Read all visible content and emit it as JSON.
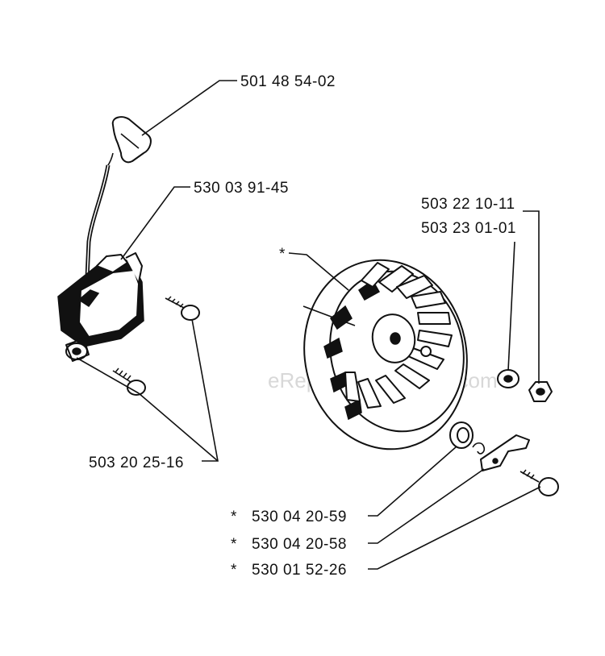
{
  "labels": {
    "spark_plug_cap": "501 48 54-02",
    "ignition_module": "530 03 91-45",
    "washer": "503 22 10-11",
    "nut": "503 23 01-01",
    "flywheel_asterisk": "*",
    "module_screws": "503 20 25-16",
    "key": "530 04 20-59",
    "pawl": "530 04 20-58",
    "pawl_screw": "530 01 52-26",
    "asterisk": "*"
  },
  "watermark": "eReplacementParts.com"
}
